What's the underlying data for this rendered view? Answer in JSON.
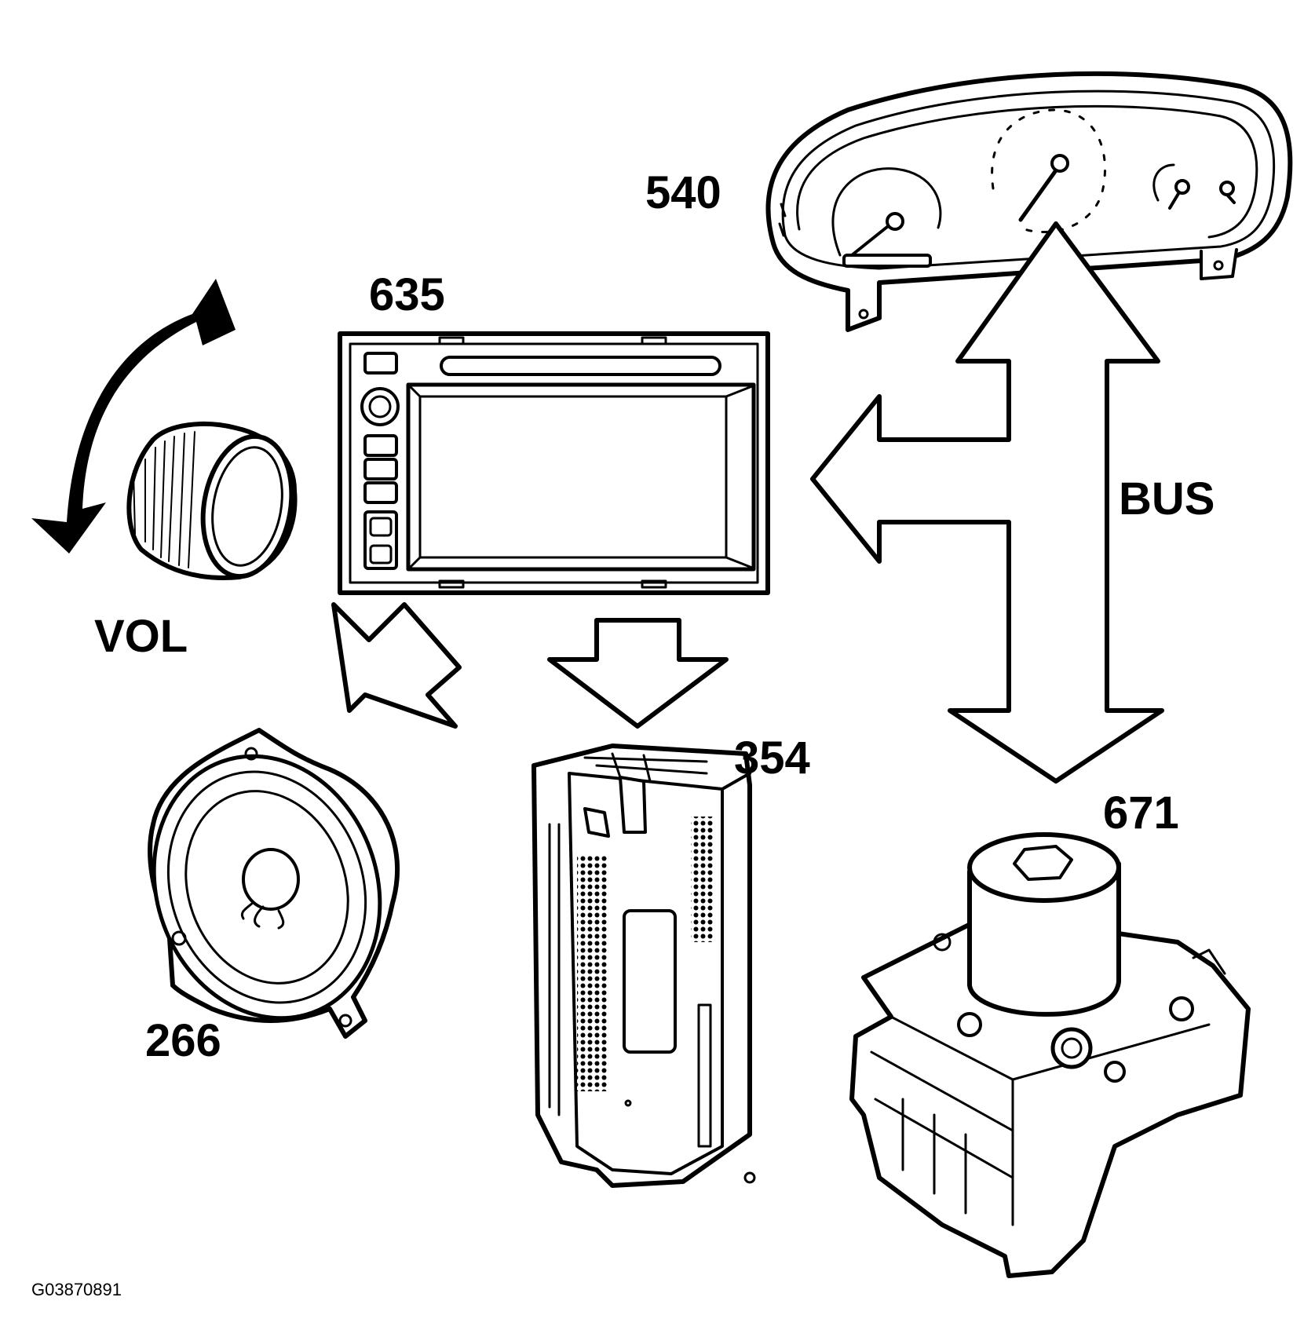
{
  "labels": {
    "cluster": "540",
    "radio": "635",
    "knob_caption": "VOL",
    "speaker": "266",
    "amplifier": "354",
    "abs_module": "671",
    "bus": "BUS",
    "figure_id": "G03870891"
  },
  "colors": {
    "line": "#000000",
    "background": "#ffffff"
  }
}
